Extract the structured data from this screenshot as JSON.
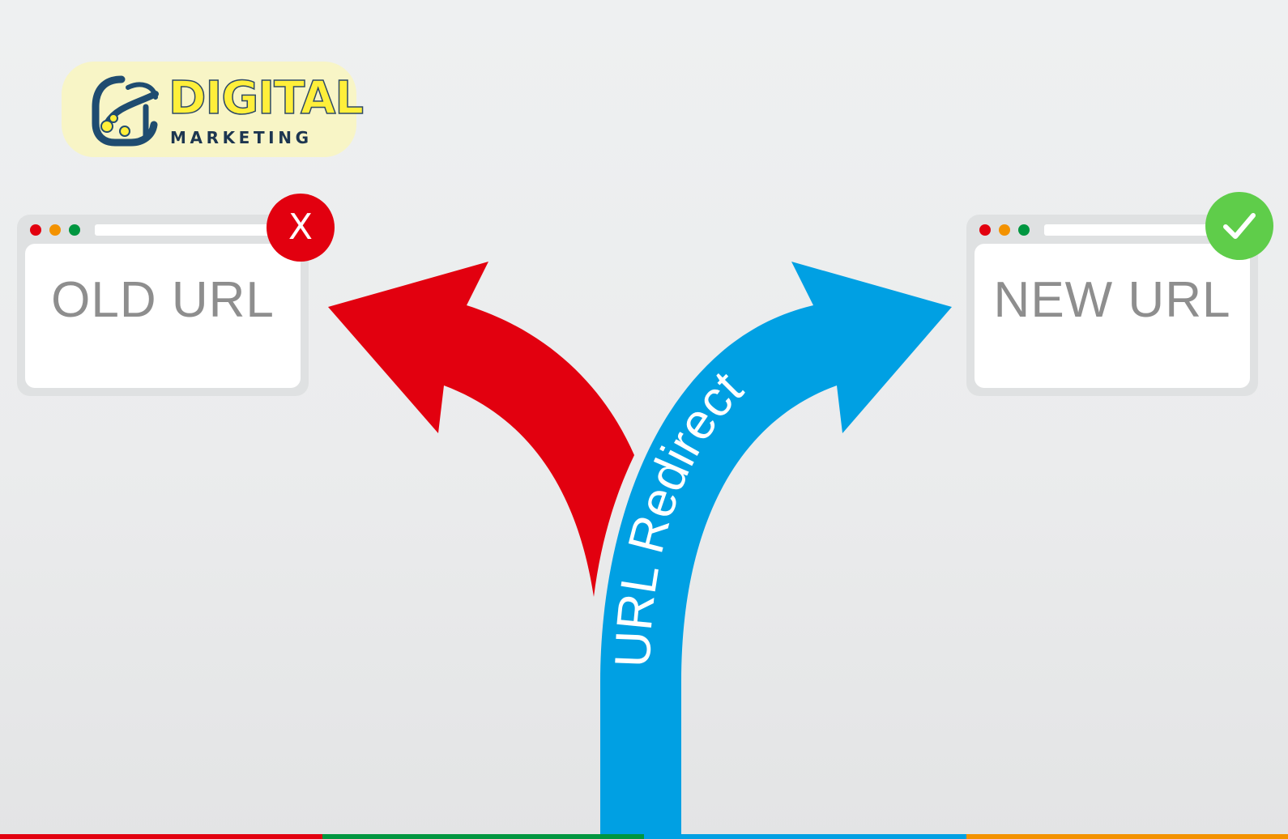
{
  "logo": {
    "word": "DIGITAL",
    "subword": "MARKETING",
    "icon": "digital-marketing-logo-icon"
  },
  "old_window": {
    "label": "OLD URL",
    "badge_icon": "close-x-icon",
    "badge_text": "X",
    "badge_color": "#e2000f"
  },
  "new_window": {
    "label": "NEW URL",
    "badge_icon": "checkmark-icon",
    "badge_color": "#5fcd4a"
  },
  "redirect_arrow": {
    "label": "URL Redirect",
    "color": "#00a0e3"
  },
  "old_arrow": {
    "color": "#e2000f"
  },
  "window_dot_colors": [
    "#e2000f",
    "#f39200",
    "#009640"
  ],
  "strip_colors": [
    "#e2000f",
    "#009640",
    "#00a0e3",
    "#f39200"
  ]
}
